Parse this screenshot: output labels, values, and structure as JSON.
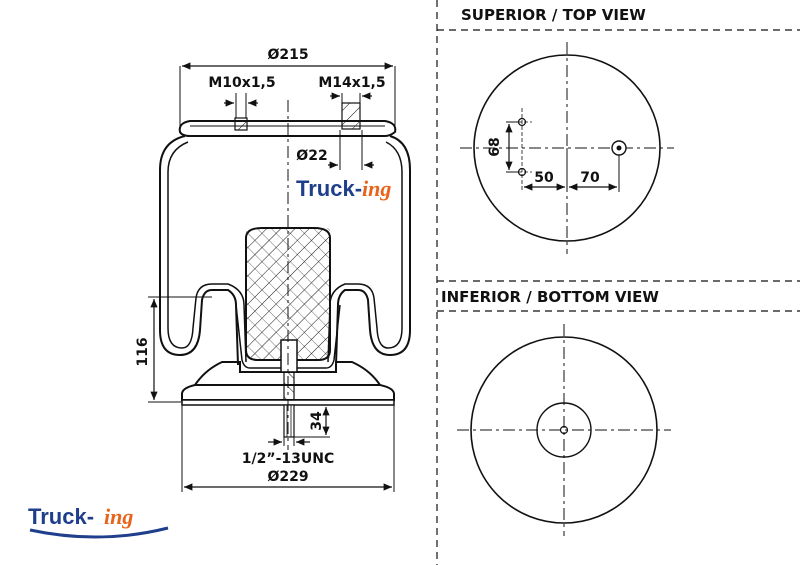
{
  "logo": {
    "brand_main": "Truck-",
    "brand_suffix": "ing",
    "colors": {
      "main": "#1f3f8c",
      "accent": "#e8641b"
    }
  },
  "side_view": {
    "top_diameter": "Ø215",
    "thread_left": "M10x1,5",
    "thread_right": "M14x1,5",
    "port_diameter": "Ø22",
    "height": "116",
    "stud_length": "34",
    "stud_thread": "1/2”-13UNC",
    "bottom_diameter": "Ø229"
  },
  "top_view": {
    "heading": "SUPERIOR / TOP VIEW",
    "dim_vertical": "68",
    "dim_left": "50",
    "dim_right": "70"
  },
  "bottom_view": {
    "heading": "INFERIOR / BOTTOM VIEW"
  }
}
